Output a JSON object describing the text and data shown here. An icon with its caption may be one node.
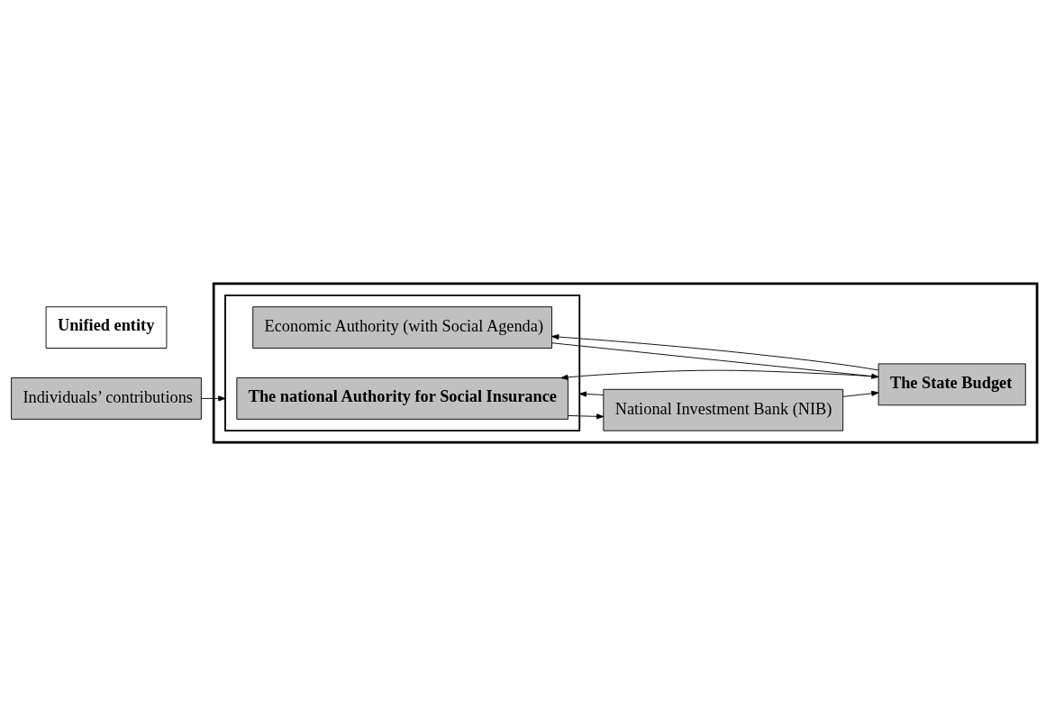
{
  "diagram": {
    "nodes": [
      {
        "text": [
          "Individuals’ contributions"
        ]
      },
      {
        "text": [],
        "shape": "box"
      },
      {
        "text": [],
        "shape": "box",
        "in": 1
      },
      {
        "text": [
          "The national Authority for Social Insurance"
        ],
        "in": 2
      },
      {
        "text": [
          "Economic Authority (with Social Agenda)"
        ],
        "in": 2
      },
      {
        "text": [
          "National Investment Bank (NIB)"
        ],
        "in": 1
      },
      {
        "text": [
          "The State Budget"
        ],
        "in": 1
      },
      {
        "text": [
          "Unified entity"
        ]
      }
    ],
    "edges": [
      {
        "from": 0,
        "to": 2,
        "arrow": "to"
      },
      {
        "from": 3,
        "to": 5,
        "arrow": "to"
      },
      {
        "from": 5,
        "to": 2,
        "arrow": "to"
      },
      {
        "from": 5,
        "to": 6,
        "arrow": "to"
      },
      {
        "from": 6,
        "to": 3,
        "arrow": "to"
      },
      {
        "from": 4,
        "to": 6,
        "arrow": "to"
      },
      {
        "from": 6,
        "to": 4,
        "arrow": "to"
      }
    ]
  }
}
